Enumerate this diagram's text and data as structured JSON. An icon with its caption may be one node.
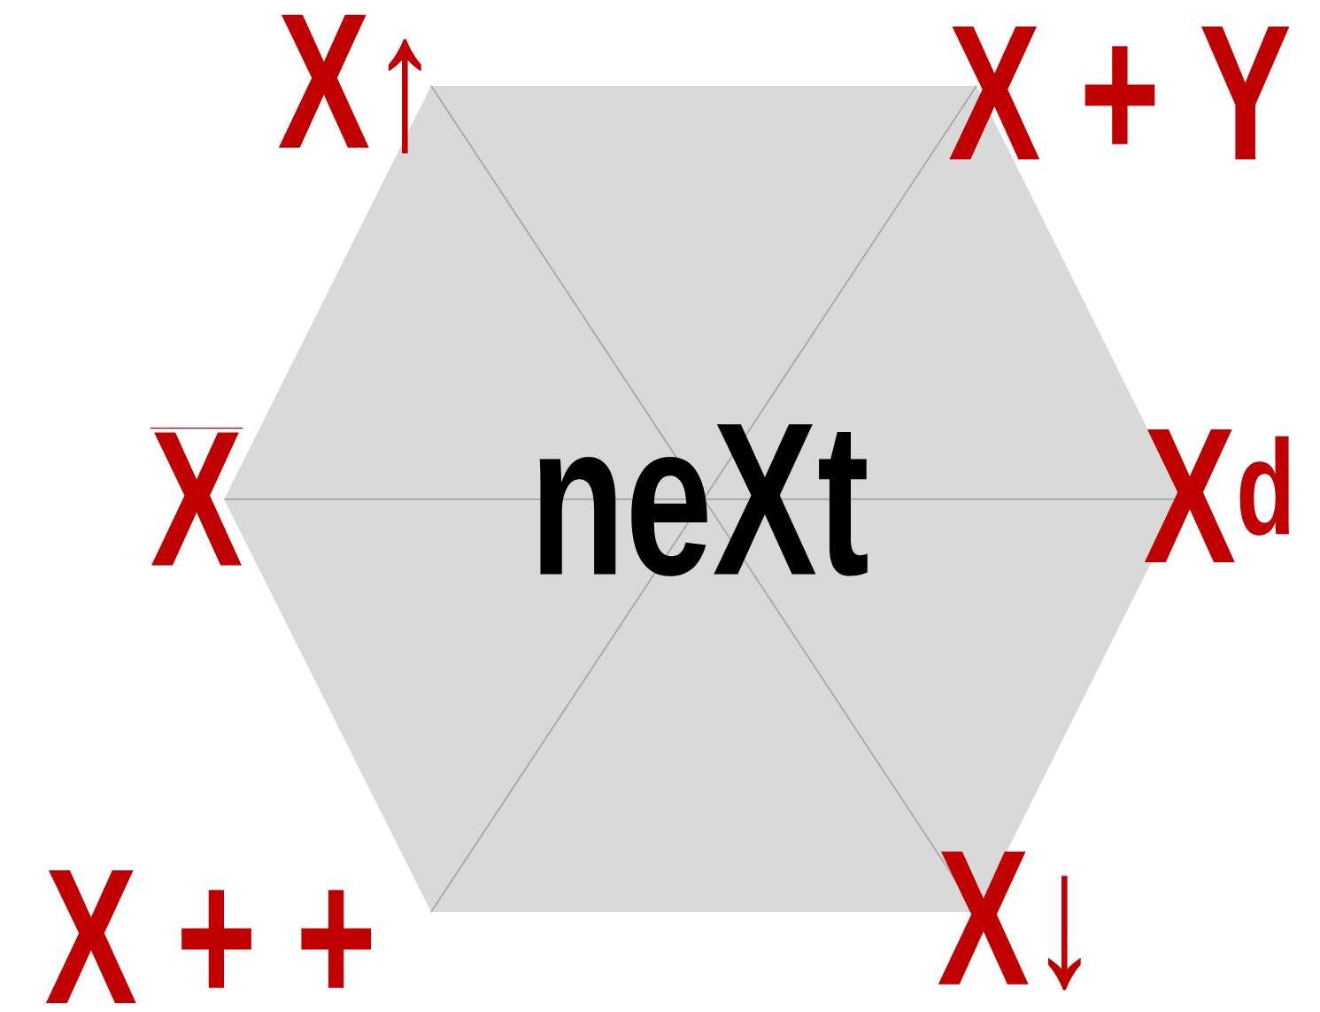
{
  "diagram": {
    "labels": [
      "neXt",
      "X↑",
      "X + Y",
      "\\overline{\\textbf{X}}",
      "X$^{d}$",
      "X + +",
      "X↓"
    ]
  }
}
